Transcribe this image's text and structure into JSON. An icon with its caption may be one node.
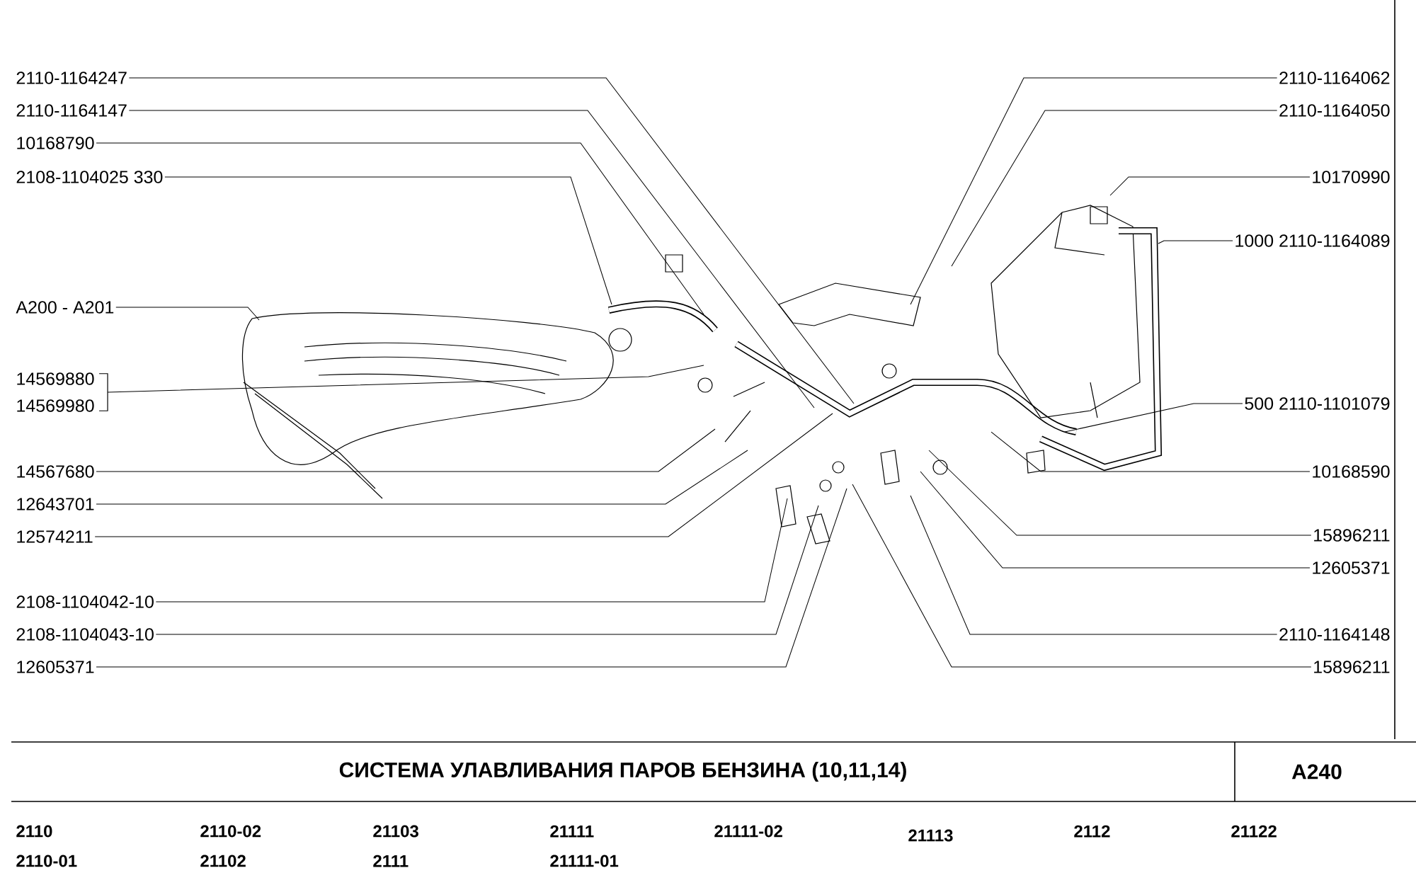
{
  "diagram": {
    "title": "СИСТЕМА УЛАВЛИВАНИЯ ПАРОВ БЕНЗИНА (10,11,14)",
    "nodes": [
      {
        "text": [
          "2110-1164247"
        ]
      },
      {
        "text": [
          "2110-1164147"
        ]
      },
      {
        "text": [
          "10168790"
        ]
      },
      {
        "text": [
          "2108-1104025  330"
        ]
      },
      {
        "text": [
          "A200 - A201"
        ]
      },
      {
        "text": [
          "14569880",
          "14569980"
        ]
      },
      {
        "text": [
          "14567680"
        ]
      },
      {
        "text": [
          "12643701"
        ]
      },
      {
        "text": [
          "12574211"
        ]
      },
      {
        "text": [
          "2108-1104042-10"
        ]
      },
      {
        "text": [
          "2108-1104043-10"
        ]
      },
      {
        "text": [
          "12605371"
        ]
      },
      {
        "text": [
          "2110-1164062"
        ]
      },
      {
        "text": [
          "2110-1164050"
        ]
      },
      {
        "text": [
          "10170990"
        ]
      },
      {
        "text": [
          "1000  2110-1164089"
        ]
      },
      {
        "text": [
          "500  2110-1101079"
        ]
      },
      {
        "text": [
          "10168590"
        ]
      },
      {
        "text": [
          "15896211"
        ]
      },
      {
        "text": [
          "12605371"
        ]
      },
      {
        "text": [
          "2110-1164148"
        ]
      },
      {
        "text": [
          "15896211"
        ]
      }
    ],
    "edges": [
      {
        "from": 0,
        "to": null,
        "arrow": "none"
      },
      {
        "from": 1,
        "to": null,
        "arrow": "none"
      },
      {
        "from": 2,
        "to": null,
        "arrow": "none"
      },
      {
        "from": 3,
        "to": null,
        "arrow": "none"
      },
      {
        "from": 4,
        "to": null,
        "arrow": "none"
      },
      {
        "from": 5,
        "to": null,
        "arrow": "none"
      },
      {
        "from": 6,
        "to": null,
        "arrow": "none"
      },
      {
        "from": 7,
        "to": null,
        "arrow": "none"
      },
      {
        "from": 8,
        "to": null,
        "arrow": "none"
      },
      {
        "from": 9,
        "to": null,
        "arrow": "none"
      },
      {
        "from": 10,
        "to": null,
        "arrow": "none"
      },
      {
        "from": 11,
        "to": null,
        "arrow": "none"
      },
      {
        "from": 12,
        "to": null,
        "arrow": "none"
      },
      {
        "from": 13,
        "to": null,
        "arrow": "none"
      },
      {
        "from": 14,
        "to": null,
        "arrow": "none"
      },
      {
        "from": 15,
        "to": null,
        "arrow": "none"
      },
      {
        "from": 16,
        "to": null,
        "arrow": "none"
      },
      {
        "from": 17,
        "to": null,
        "arrow": "none"
      },
      {
        "from": 18,
        "to": null,
        "arrow": "none"
      },
      {
        "from": 19,
        "to": null,
        "arrow": "none"
      },
      {
        "from": 20,
        "to": null,
        "arrow": "none"
      },
      {
        "from": 21,
        "to": null,
        "arrow": "none"
      }
    ],
    "labels": [
      "A240",
      "2110",
      "2110-02",
      "21103",
      "21111",
      "21111-02",
      "21113",
      "2112",
      "21122",
      "2110-01",
      "21102",
      "2111",
      "21111-01"
    ]
  }
}
